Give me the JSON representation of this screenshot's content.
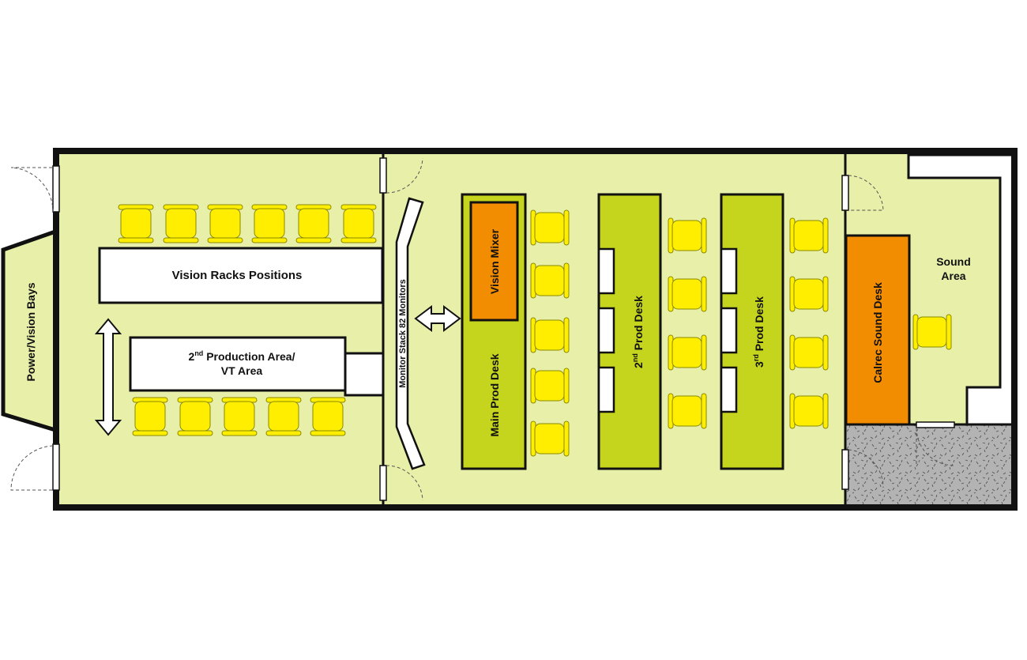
{
  "labels": {
    "power_vision_bays": "Power/Vision Bays",
    "vision_racks": "Vision Racks Positions",
    "second_production_line1_num": "2",
    "second_production_line1_sup": "nd",
    "second_production_line1_rest": " Production Area/",
    "second_production_line2": "VT Area",
    "monitor_stack": "Monitor Stack 82 Monitors",
    "vision_mixer": "Vision Mixer",
    "main_prod_desk": "Main Prod Desk",
    "second_prod_num": "2",
    "second_prod_sup": "nd",
    "second_prod_rest": " Prod Desk",
    "third_prod_num": "3",
    "third_prod_sup": "rd",
    "third_prod_rest": " Prod Desk",
    "calrec_sound_desk": "Calrec Sound Desk",
    "sound_area_line1": "Sound",
    "sound_area_line2": "Area"
  },
  "colors": {
    "floor": "#e8efa8",
    "desk": "#c5d41c",
    "chair": "#ffee00",
    "orange": "#f28c00",
    "wall": "#111111",
    "store": "#b3b3b3"
  }
}
